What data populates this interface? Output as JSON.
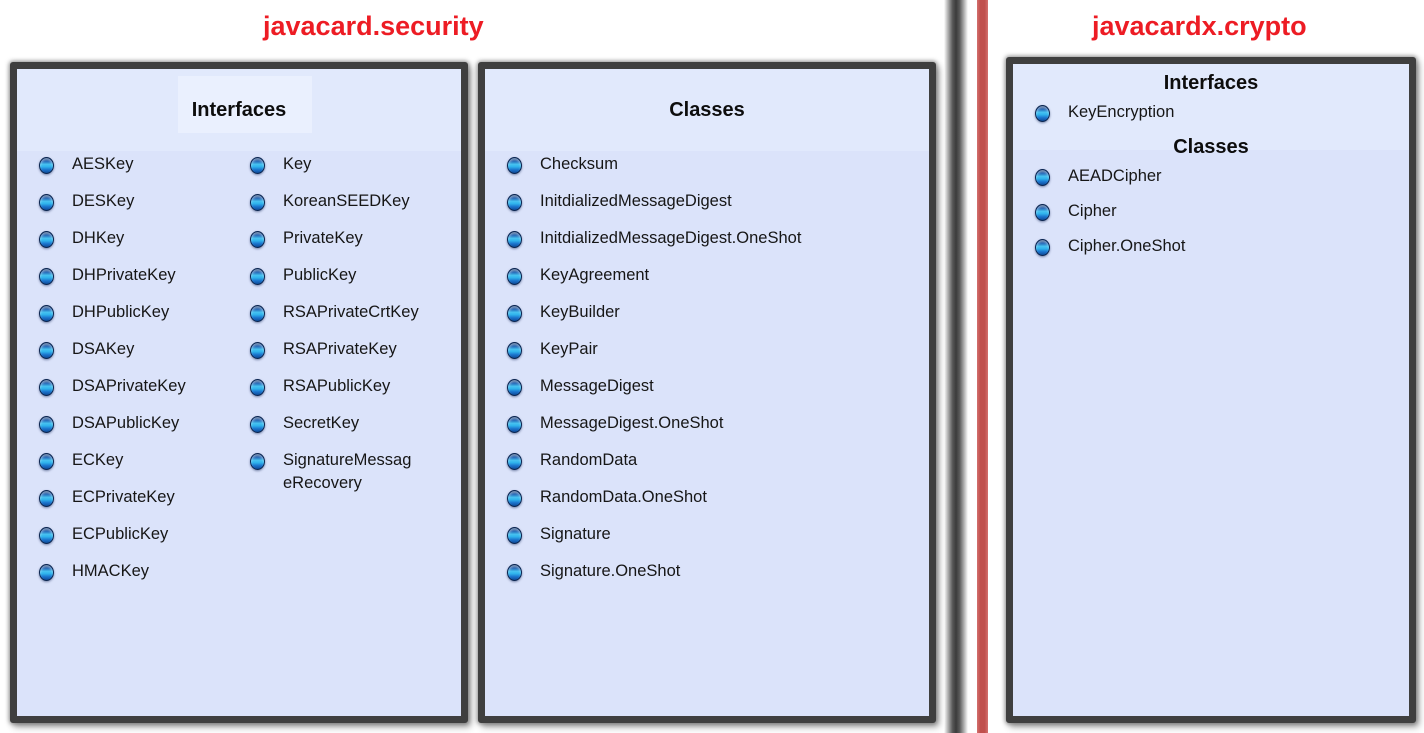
{
  "left_section": {
    "title": "javacard.security",
    "interfaces_panel": {
      "header": "Interfaces",
      "column1": [
        "AESKey",
        "DESKey",
        "DHKey",
        "DHPrivateKey",
        "DHPublicKey",
        "DSAKey",
        "DSAPrivateKey",
        "DSAPublicKey",
        "ECKey",
        "ECPrivateKey",
        "ECPublicKey",
        "HMACKey"
      ],
      "column2": [
        "Key",
        "KoreanSEEDKey",
        "PrivateKey",
        "PublicKey",
        "RSAPrivateCrtKey",
        "RSAPrivateKey",
        "RSAPublicKey",
        "SecretKey",
        "SignatureMessag\neRecovery"
      ]
    },
    "classes_panel": {
      "header": "Classes",
      "items": [
        "Checksum",
        "InitdializedMessageDigest",
        "InitdializedMessageDigest.OneShot",
        "KeyAgreement",
        "KeyBuilder",
        "KeyPair",
        "MessageDigest",
        "MessageDigest.OneShot",
        "RandomData",
        "RandomData.OneShot",
        "Signature",
        "Signature.OneShot"
      ]
    }
  },
  "right_section": {
    "title": "javacardx.crypto",
    "panel": {
      "groups": [
        {
          "header": "Interfaces",
          "items": [
            "KeyEncryption"
          ]
        },
        {
          "header": "Classes",
          "items": [
            "AEADCipher",
            "Cipher",
            "Cipher.OneShot"
          ]
        }
      ]
    }
  },
  "colors": {
    "section_title_red": "#ed1c24",
    "divider_red": "#c0504d",
    "divider_gray": "#3b3b3b",
    "panel_background": "#dbe3fa",
    "panel_header_background": "#e1e9fc",
    "panel_border": "#3f3f3f",
    "bullet_blue": "#2fb3ec",
    "text_color": "#161616"
  },
  "icons": {
    "bullet": "sphere-bullet-icon"
  }
}
